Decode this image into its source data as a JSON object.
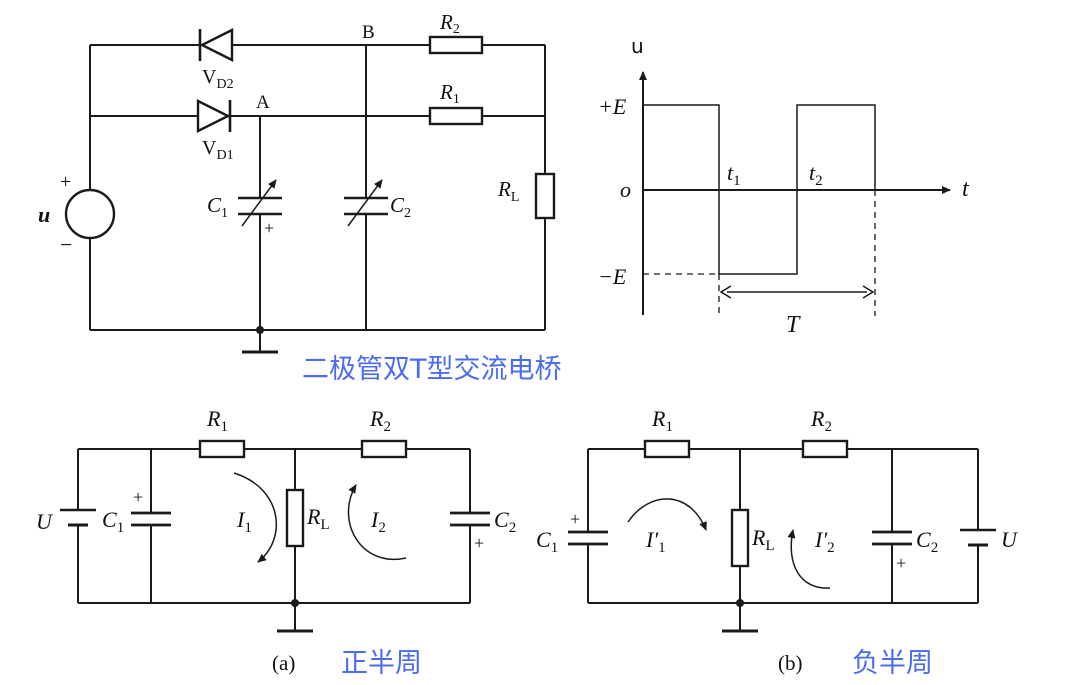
{
  "top_circuit": {
    "node_b": "B",
    "node_a": "A",
    "r2_main": "R",
    "r2_sub": "2",
    "r1_main": "R",
    "r1_sub": "1",
    "vd2_main": "V",
    "vd2_sub": "D2",
    "vd1_main": "V",
    "vd1_sub": "D1",
    "source_label": "u",
    "source_plus": "+",
    "source_minus": "−",
    "c1_main": "C",
    "c1_sub": "1",
    "c1_plus": "+",
    "c2_main": "C",
    "c2_sub": "2",
    "rl_main": "R",
    "rl_sub": "L"
  },
  "waveform": {
    "axis_u": "u",
    "axis_t": "t",
    "plus_e": "+E",
    "minus_e": "−E",
    "origin": "o",
    "t1_main": "t",
    "t1_sub": "1",
    "t2_main": "t",
    "t2_sub": "2",
    "period": "T"
  },
  "caption_top": "二极管双T型交流电桥",
  "circuit_a": {
    "u_label": "U",
    "c1_main": "C",
    "c1_sub": "1",
    "c1_plus": "+",
    "r1_main": "R",
    "r1_sub": "1",
    "r2_main": "R",
    "r2_sub": "2",
    "i1_main": "I",
    "i1_sub": "1",
    "i2_main": "I",
    "i2_sub": "2",
    "rl_main": "R",
    "rl_sub": "L",
    "c2_main": "C",
    "c2_sub": "2",
    "c2_plus": "+",
    "tag": "(a)",
    "caption": "正半周"
  },
  "circuit_b": {
    "c1_main": "C",
    "c1_sub": "1",
    "c1_plus": "+",
    "r1_main": "R",
    "r1_sub": "1",
    "r2_main": "R",
    "r2_sub": "2",
    "i1_main": "I′",
    "i1_sub": "1",
    "i2_main": "I′",
    "i2_sub": "2",
    "rl_main": "R",
    "rl_sub": "L",
    "c2_main": "C",
    "c2_sub": "2",
    "c2_plus": "+",
    "u_label": "U",
    "tag": "(b)",
    "caption": "负半周"
  },
  "colors": {
    "ink": "#1a1a1a",
    "caption": "#4b6bf0",
    "background": "#ffffff"
  }
}
